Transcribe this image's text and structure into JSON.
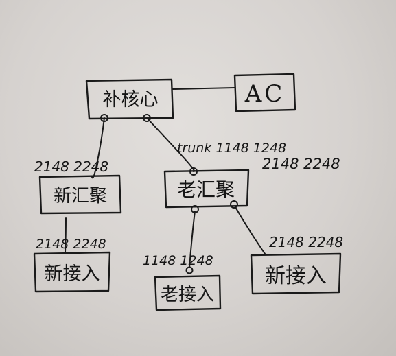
{
  "nodes": {
    "core": {
      "label": "补核心"
    },
    "ac": {
      "label": "AC"
    },
    "new_agg": {
      "label": "新汇聚"
    },
    "old_agg": {
      "label": "老汇聚"
    },
    "new_access_left": {
      "label": "新接入"
    },
    "old_access": {
      "label": "老接入"
    },
    "new_access_right": {
      "label": "新接入"
    }
  },
  "annotations": {
    "core_to_old_agg_trunk": "trunk 1148 1248",
    "new_agg_vlans": "2148 2248",
    "old_agg_vlans": "2148 2248",
    "new_access_left_vlans": "2148 2248",
    "old_access_vlans": "1148 1248",
    "new_access_right_vlans": "2148 2248"
  }
}
